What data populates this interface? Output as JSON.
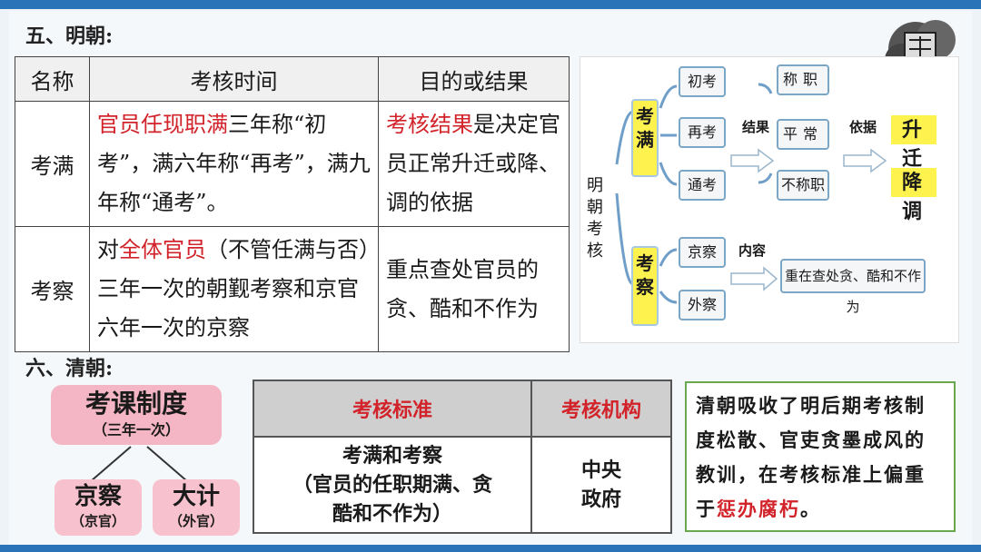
{
  "section5": {
    "title": "五、明朝:",
    "table": {
      "headers": [
        "名称",
        "考核时间",
        "目的或结果"
      ],
      "rows": [
        {
          "name": "考满",
          "time_red": "官员任现职满",
          "time_rest": "三年称“初考”，满六年称“再考”，满九年称“通考”。",
          "result_red": "考核结果",
          "result_rest": "是决定官员正常升迁或降、调的依据"
        },
        {
          "name": "考察",
          "time_pre": "对",
          "time_red": "全体官员",
          "time_rest": "（不管任满与否）三年一次的朝觐考察和京官六年一次的京察",
          "result_full": "重点查处官员的贪、酷和不作为"
        }
      ]
    },
    "diagram": {
      "root_label": "明朝考核",
      "kaoman": {
        "label": "考满",
        "sub": [
          "初考",
          "再考",
          "通考"
        ],
        "link_label": "结果",
        "results": [
          "称职",
          "平常",
          "不称职"
        ],
        "basis_label": "依据",
        "outcomes": [
          "升迁",
          "降调"
        ]
      },
      "kaocha": {
        "label": "考察",
        "sub": [
          "京察",
          "外察"
        ],
        "link_label": "内容",
        "content": "重在查处贪、酷和不作为"
      }
    }
  },
  "section6": {
    "title": "六、清朝:",
    "tree": {
      "root_title": "考课制度",
      "root_sub": "（三年一次）",
      "left_title": "京察",
      "left_sub": "（京官）",
      "right_title": "大计",
      "right_sub": "（外官）"
    },
    "table": {
      "headers": [
        "考核标准",
        "考核机构"
      ],
      "standard": "考满和考察（官员的任职期满、贪酷和不作为）",
      "standard_lines": [
        "考满和考察",
        "（官员的任职期满、贪",
        "酷和不作为）"
      ],
      "agency_lines": [
        "中央",
        "政府"
      ]
    },
    "summary": {
      "text": "清朝吸收了明后期考核制度松散、官吏贪墨成风的教训，在考核标准上偏重于",
      "highlight": "惩办腐朽",
      "end": "。"
    }
  },
  "colors": {
    "accent_red": "#d2232a",
    "highlight_yellow": "#fdf24e",
    "pink": "#f7c1cd",
    "frame_blue": "#2a73b8",
    "green_border": "#6aa84f"
  }
}
